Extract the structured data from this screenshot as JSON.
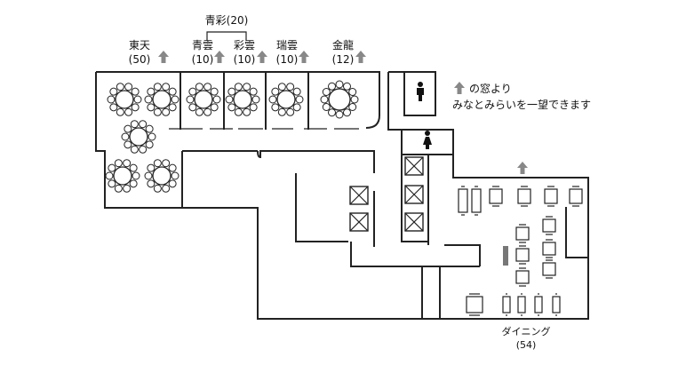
{
  "group_label": "青彩(20)",
  "rooms": [
    {
      "name": "東天",
      "capacity": "(50)"
    },
    {
      "name": "青雲",
      "capacity": "(10)"
    },
    {
      "name": "彩雲",
      "capacity": "(10)"
    },
    {
      "name": "瑞雲",
      "capacity": "(10)"
    },
    {
      "name": "金龍",
      "capacity": "(12)"
    }
  ],
  "legend": {
    "line1": "の窓より",
    "line2": "みなとみらいを一望できます"
  },
  "dining": {
    "name": "ダイニング",
    "capacity": "(54)"
  },
  "colors": {
    "ink": "#222222",
    "arrow": "#888888",
    "slot": "#777777"
  }
}
